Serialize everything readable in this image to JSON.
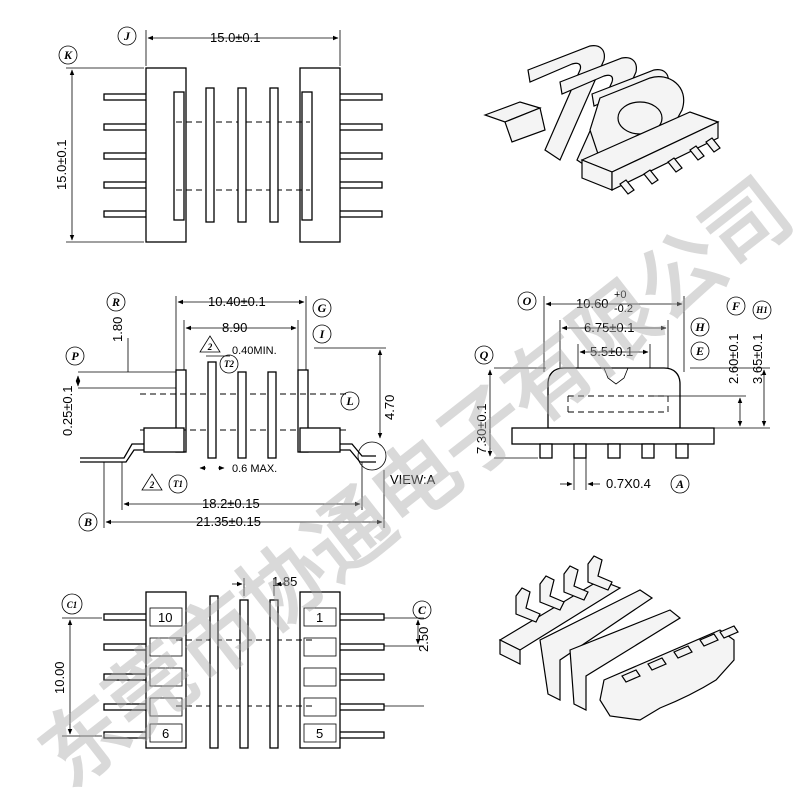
{
  "labels": {
    "J": "J",
    "K": "K",
    "R": "R",
    "G": "G",
    "I": "I",
    "P": "P",
    "L": "L",
    "B": "B",
    "O": "O",
    "F": "F",
    "H1": "H1",
    "H": "H",
    "E": "E",
    "Q": "Q",
    "A": "A",
    "C1": "C1",
    "C": "C",
    "T1": "T1",
    "T2": "T2",
    "tri2a": "2",
    "tri2b": "2"
  },
  "dims": {
    "top_width": "15.0±0.1",
    "top_height": "15.0±0.1",
    "side_width_top": "10.40±0.1",
    "side_inner": "8.90",
    "side_min": "0.40MIN.",
    "side_max": "0.6  MAX.",
    "side_180": "1.80",
    "side_025": "0.25±0.1",
    "side_470": "4.70",
    "side_182": "18.2±0.15",
    "side_2135": "21.35±0.15",
    "view_a": "VIEW:A",
    "front_1060_main": "10.60",
    "front_1060_plus": "+0",
    "front_1060_minus": "-0.2",
    "front_675": "6.75±0.1",
    "front_55": "5.5±0.1",
    "front_260": "2.60±0.1",
    "front_365": "3.65±0.1",
    "front_730": "7.30±0.1",
    "front_pin": "0.7X0.4",
    "bottom_185": "1.85",
    "bottom_250": "2.50",
    "bottom_1000": "10.00"
  },
  "pins": {
    "p10": "10",
    "p1": "1",
    "p6": "6",
    "p5": "5"
  },
  "watermark": "东莞市协通电子有限公司"
}
